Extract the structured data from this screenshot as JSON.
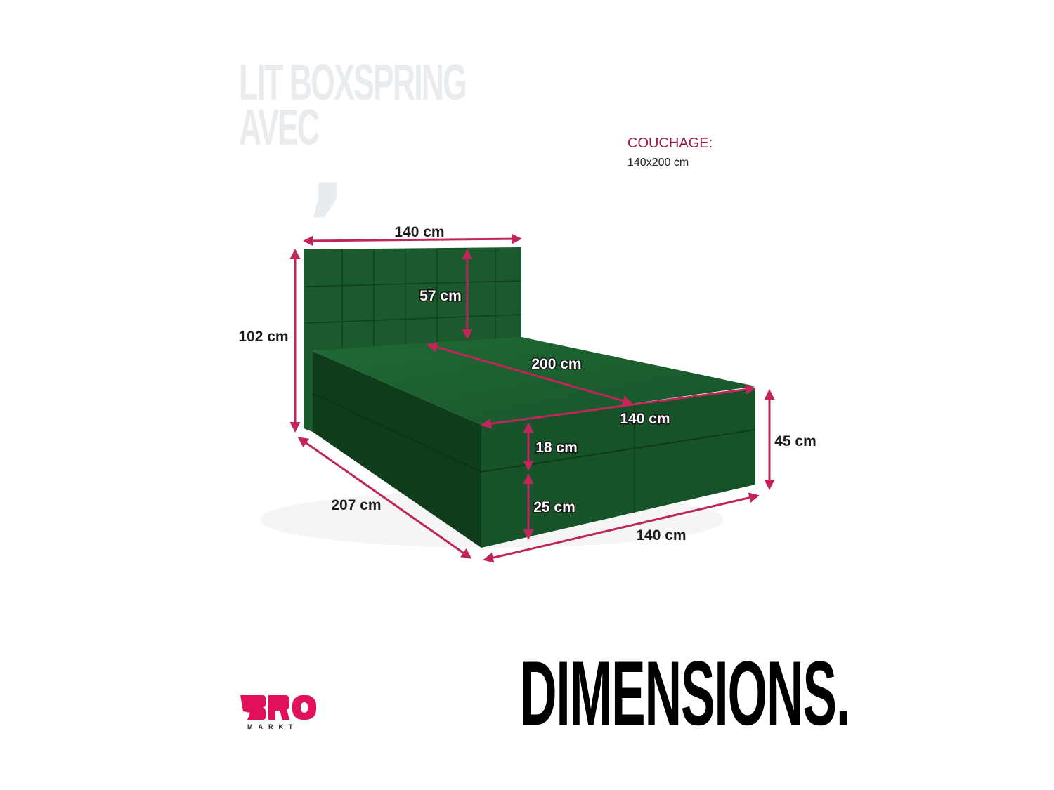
{
  "heading": {
    "line1": "LIT BOXSPRING",
    "line2": "AVEC",
    "mark": ","
  },
  "couchage": {
    "label": "COUCHAGE:",
    "value": "140x200 cm"
  },
  "dimensions": {
    "headboard_width": "140 cm",
    "total_height": "102 cm",
    "headboard_height": "57 cm",
    "length": "200 cm",
    "width_top": "140 cm",
    "base_height": "45 cm",
    "topper_height": "18 cm",
    "box_height": "25 cm",
    "total_length": "207 cm",
    "width_bottom": "140 cm"
  },
  "footer": {
    "title": "DIMENSIONS."
  },
  "logo": {
    "brand": "BRO",
    "sub": "MARKT"
  },
  "colors": {
    "bed": "#1d5a2c",
    "arrow": "#c0265a",
    "accent": "#9b1b4a",
    "logo": "#e0105a"
  }
}
